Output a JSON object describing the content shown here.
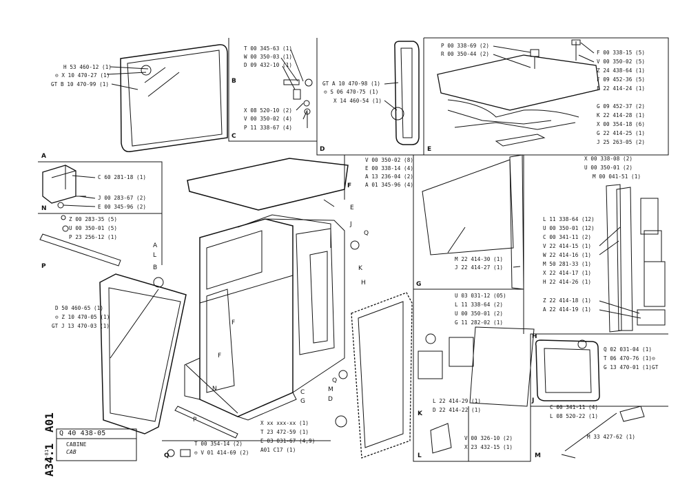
{
  "doc": {
    "code_left": "A01",
    "code_right": "A34.1",
    "small": "7-81",
    "ref_number": "Q 40 438-05",
    "title": "CABINE",
    "subtitle": "CAB"
  },
  "sections": {
    "A": "A",
    "B": "B",
    "C": "C",
    "D": "D",
    "E": "E",
    "F": "F",
    "G": "G",
    "H": "H",
    "J": "J",
    "K": "K",
    "L": "L",
    "M": "M",
    "N": "N",
    "P": "P",
    "Q": "Q"
  },
  "main_refs": {
    "A": "A",
    "L": "L",
    "B": "B",
    "F1": "F",
    "F2": "F",
    "N": "N",
    "P": "P",
    "C": "C",
    "G": "G",
    "D": "D",
    "M": "M",
    "Q1": "Q",
    "Q2": "Q",
    "K": "K",
    "H": "H",
    "J": "J",
    "E": "E"
  },
  "parts": {
    "a1": "H 53 460-12 (1)",
    "a2": "⊝ X 10 470-27 (1)",
    "a3": "GT B 10 470-99 (1)",
    "b1": "T 00 345-63 (1)",
    "b2": "W 00 350-03 (1)",
    "b3": "D 09 432-10 (1)",
    "c1": "X 08 520-10 (2)",
    "c2": "V 00 350-02 (4)",
    "c3": "P 11 338-67 (4)",
    "d1": "GT A 10 470-98 (1)",
    "d2": "⊝ S 06 470-75 (1)",
    "d3": "X 14 460-54 (1)",
    "e1": "P 00 338-69 (2)",
    "e2": "R 00 350-44 (2)",
    "e3": "F 00 338-15 (5)",
    "e4": "V 00 350-02 (5)",
    "e5": "Z 24 438-64 (1)",
    "e6": "F 09 452-36 (5)",
    "e7": "F 22 414-24 (1)",
    "e8": "G 09 452-37 (2)",
    "e9": "K 22 414-28 (1)",
    "e10": "X 00 354-18 (6)",
    "e11": "G 22 414-25 (1)",
    "e12": "J 25 263-05 (2)",
    "n1": "C 60 281-18 (1)",
    "n2": "J 00 283-67 (2)",
    "n3": "E 00 345-96 (2)",
    "f1": "V 00 350-02 (8)",
    "f2": "E 00 338-14 (4)",
    "f3": "A 13 236-04 (2)",
    "f4": "A 01 345-96 (4)",
    "g1": "M 22 414-30 (1)",
    "g2": "J 22 414-27 (1)",
    "h1": "X 00 338-08 (2)",
    "h2": "U 00 350-01 (2)",
    "h3": "M 00 041-51 (1)",
    "h4": "L 11 338-64 (12)",
    "h5": "U 00 350-01 (12)",
    "h6": "C 00 341-11 (2)",
    "h7": "V 22 414-15 (1)",
    "h8": "W 22 414-16 (1)",
    "h9": "M 50 281-33 (1)",
    "h10": "X 22 414-17 (1)",
    "h11": "H 22 414-26 (1)",
    "h12": "Z 22 414-18 (1)",
    "h13": "A 22 414-19 (1)",
    "p1": "Z 00 283-35 (5)",
    "p2": "U 00 350-01 (5)",
    "p3": "P 23 256-12 (1)",
    "dm1": "D 50 460-65 (1)",
    "dm2": "⊝ Z 10 470-05 (1)",
    "dm3": "GT J 13 470-03 (1)",
    "k1": "U 03 031-12 (05)",
    "k2": "L 11 338-64 (2)",
    "k3": "U 00 350-01 (2)",
    "k4": "G 11 282-02 (1)",
    "k5": "L 22 414-29 (1)",
    "k6": "D 22 414-22 (1)",
    "j1": "Q 02 031-04 (1)",
    "j2": "T 06 470-76 (1)⊝",
    "j3": "G 13 470-01 (1)GT",
    "m1": "C 00 341-11 (4)",
    "m2": "L 08 520-22 (1)",
    "m3": "M 33 427-62 (1)",
    "l1": "V 00 326-10 (2)",
    "l2": "X 23 432-15 (1)",
    "bm1": "X xx xxx-xx (1)",
    "bm2": "T 23 472-59 (1)",
    "bm3": "E 03 031-67 (4,9)",
    "bm4": "A01 C17 (1)",
    "q1": "T 00 354-14 (2)",
    "q2": "⊝ V 01 414-69 (2)"
  }
}
